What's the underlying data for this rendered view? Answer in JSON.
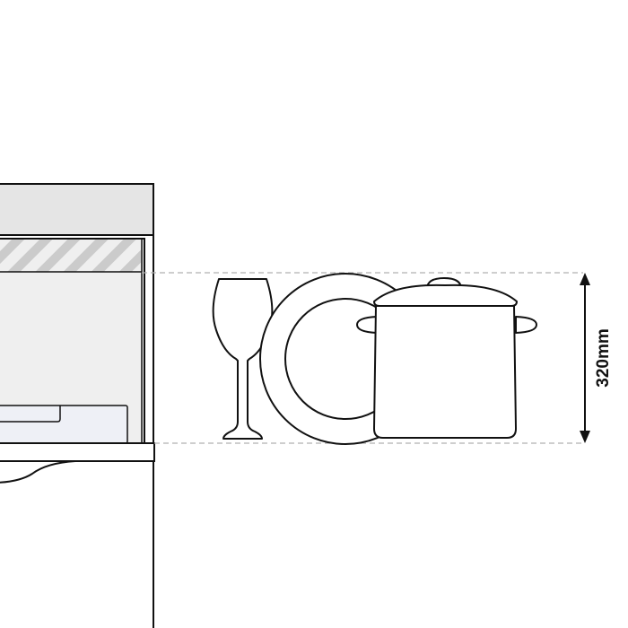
{
  "dimension": {
    "label": "320mm"
  },
  "items": [
    "wine-glass",
    "plate",
    "stock-pot"
  ],
  "colors": {
    "stroke": "#111111",
    "panel_fill": "#e5e5e5",
    "cavity_fill": "#efefef",
    "basket_fill": "#eef0f6",
    "hatch": "#c8c8c8",
    "dashed_line": "#b0b0b0"
  }
}
